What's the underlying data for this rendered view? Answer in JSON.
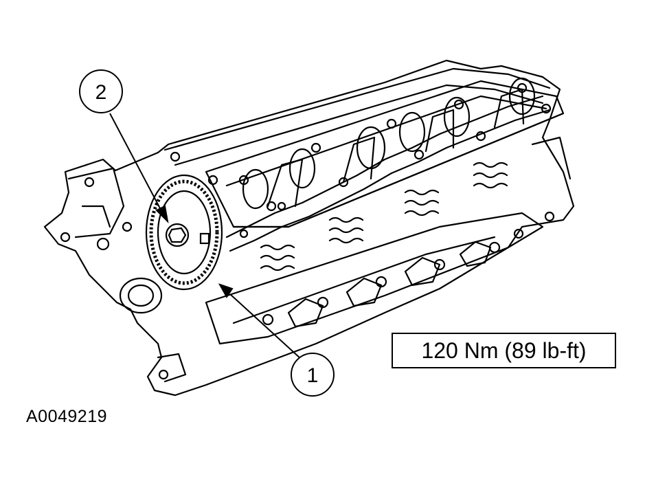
{
  "callouts": [
    {
      "number": "1"
    },
    {
      "number": "2"
    }
  ],
  "torque_spec": "120 Nm (89 lb-ft)",
  "figure_id": "A0049219",
  "colors": {
    "line": "#000000",
    "background": "#ffffff"
  }
}
